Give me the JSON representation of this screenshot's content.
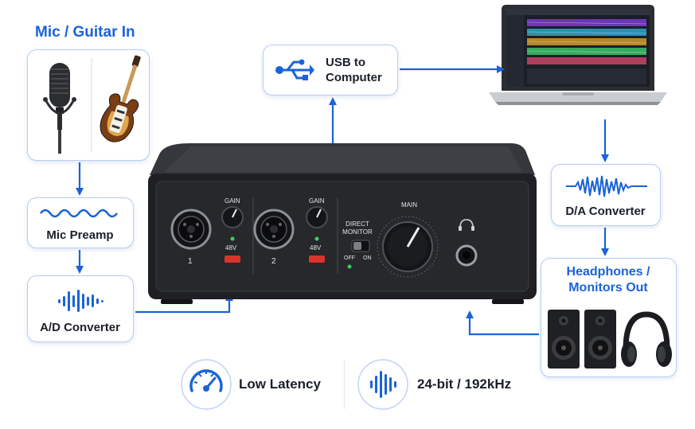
{
  "input_section": {
    "title": "Mic / Guitar In"
  },
  "usb": {
    "label_line1": "USB to",
    "label_line2": "Computer"
  },
  "preamp": {
    "label": "Mic Preamp"
  },
  "ad": {
    "label": "A/D Converter"
  },
  "da": {
    "label": "D/A Converter"
  },
  "output_section": {
    "title_line1": "Headphones /",
    "title_line2": "Monitors Out"
  },
  "interface": {
    "gain1_label": "GAIN",
    "gain2_label": "GAIN",
    "phantom1_label": "48V",
    "phantom2_label": "48V",
    "channel1_label": "1",
    "channel2_label": "2",
    "direct_monitor_line1": "DIRECT",
    "direct_monitor_line2": "MONITOR",
    "off_label": "OFF",
    "on_label": "ON",
    "main_label": "MAIN"
  },
  "features": [
    {
      "label": "Low Latency",
      "icon": "gauge-icon"
    },
    {
      "label": "24-bit / 192kHz",
      "icon": "waveform-icon"
    }
  ],
  "colors": {
    "accent": "#1a63d8",
    "border": "#b9cdf0",
    "device": "#26282c",
    "phantom_button": "#d8342a",
    "led": "#39d353"
  }
}
